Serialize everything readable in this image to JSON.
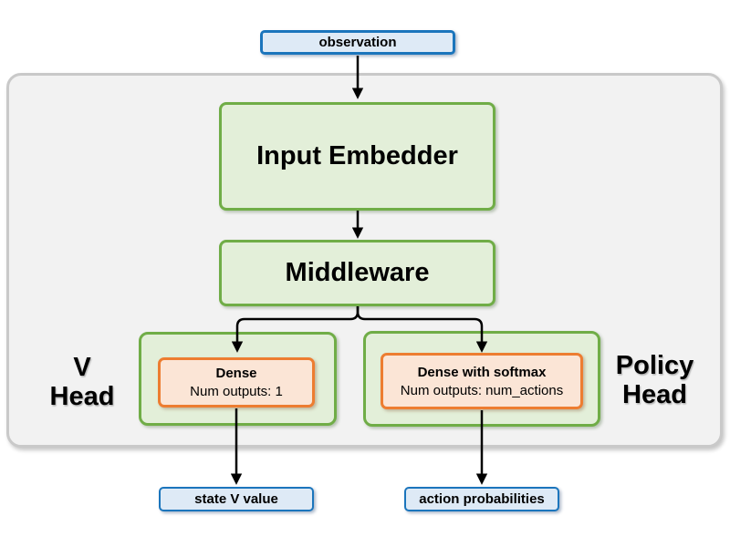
{
  "diagram": {
    "observation": "observation",
    "input_embedder": "Input Embedder",
    "middleware": "Middleware",
    "v_head": {
      "line1": "V",
      "line2": "Head"
    },
    "policy_head": {
      "line1": "Policy",
      "line2": "Head"
    },
    "dense": {
      "title": "Dense",
      "subtitle": "Num outputs: 1"
    },
    "dense_softmax": {
      "title": "Dense with softmax",
      "subtitle": "Num outputs: num_actions"
    },
    "state_v_value": "state V value",
    "action_probabilities": "action probabilities"
  },
  "colors": {
    "blue_border": "#1B75BC",
    "blue_fill": "#DEEAF6",
    "green_border": "#70AD47",
    "green_fill": "#E3EFD9",
    "orange_border": "#ED7D31",
    "orange_fill": "#FBE5D6",
    "container_fill": "#F2F2F2",
    "container_border": "#C9C9C9",
    "arrow": "#000000"
  }
}
